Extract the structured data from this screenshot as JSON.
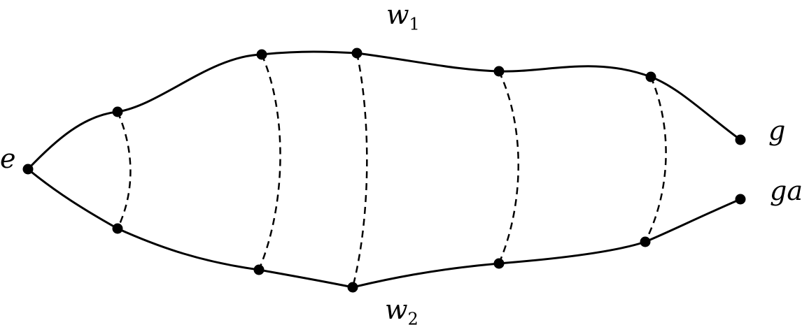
{
  "labels": {
    "w1": {
      "base": "w",
      "sub": "1"
    },
    "w2": {
      "base": "w",
      "sub": "2"
    },
    "e": "e",
    "g": "g",
    "ga": "ga"
  },
  "colors": {
    "stroke": "#000000",
    "background": "#ffffff"
  }
}
